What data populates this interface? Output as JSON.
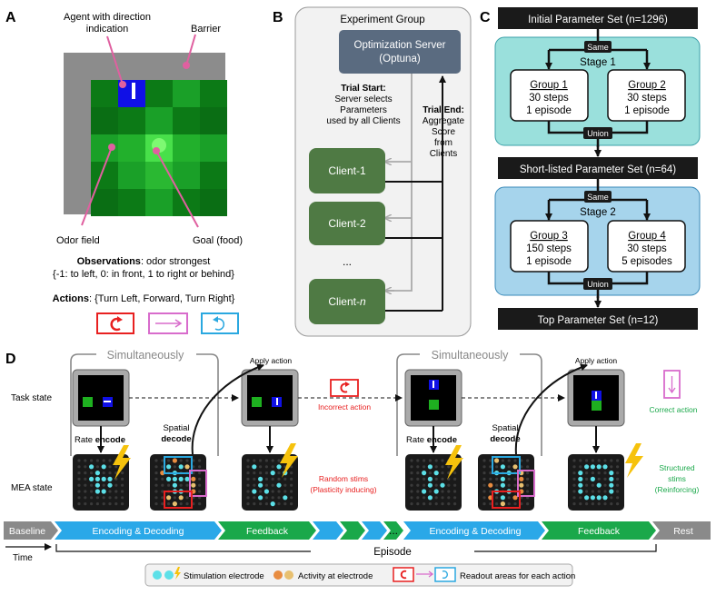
{
  "colors": {
    "barrier": "#8c8c8c",
    "odor_dark": "#0a6e14",
    "odor_mid": "#1aa028",
    "odor_bright": "#48e04a",
    "agent_blue": "#1010e6",
    "action_red": "#e82020",
    "action_pink": "#d86ccc",
    "action_cyan": "#2aa8e0",
    "server": "#5a6b80",
    "client": "#4f7a44",
    "stage1": "#9ae0dc",
    "stage2": "#a6d4ec",
    "dark_bar": "#1a1a1a",
    "timeline_blue": "#2aa8e8",
    "timeline_green": "#1aa84a",
    "timeline_gray": "#8a8a8a",
    "electrode_cyan": "#5ce0e8",
    "activity_orange": "#e88c40"
  },
  "panel_a": {
    "letter": "A",
    "agent_label_1": "Agent with direction",
    "agent_label_2": "indication",
    "barrier_label": "Barrier",
    "odor_label": "Odor field",
    "goal_label": "Goal (food)",
    "obs_title": "Observations",
    "obs_text": ": odor strongest",
    "obs_values": "{-1: to left,  0: in front, 1 to right or behind}",
    "actions_title": "Actions",
    "actions_text": ": {Turn Left, Forward, Turn Right}"
  },
  "panel_b": {
    "letter": "B",
    "group_title": "Experiment Group",
    "server_line1": "Optimization Server",
    "server_line2": "(Optuna)",
    "trial_start_title": "Trial Start:",
    "trial_start_lines": [
      "Server selects",
      "Parameters",
      "used by all Clients"
    ],
    "trial_end_title": "Trial End:",
    "trial_end_lines": [
      "Aggregate",
      "Score",
      "from",
      "Clients"
    ],
    "client_1": "Client-1",
    "client_2": "Client-2",
    "ellipsis": "...",
    "client_n_prefix": "Client-",
    "client_n_suffix": "n"
  },
  "panel_c": {
    "letter": "C",
    "initial": "Initial Parameter Set (n=1296)",
    "same_1": "Same",
    "stage_1": "Stage 1",
    "group1": {
      "title": "Group 1",
      "steps": "30 steps",
      "episodes": "1 episode"
    },
    "group2": {
      "title": "Group 2",
      "steps": "30 steps",
      "episodes": "1 episode"
    },
    "union_1": "Union",
    "shortlisted": "Short-listed Parameter Set (n=64)",
    "same_2": "Same",
    "stage_2": "Stage 2",
    "group3": {
      "title": "Group 3",
      "steps": "150 steps",
      "episodes": "1 episode"
    },
    "group4": {
      "title": "Group 4",
      "steps": "30 steps",
      "episodes": "5 episodes"
    },
    "union_2": "Union",
    "top": "Top Parameter Set (n=12)"
  },
  "panel_d": {
    "letter": "D",
    "simultaneously_1": "Simultaneously",
    "simultaneously_2": "Simultaneously",
    "apply_action_1": "Apply action",
    "apply_action_2": "Apply action",
    "task_state": "Task state",
    "mea_state": "MEA state",
    "rate": "Rate ",
    "encode": "encode",
    "spatial": "Spatial",
    "decode": "decode",
    "incorrect_action": "Incorrect action",
    "correct_action": "Correct action",
    "random_stims_1": "Random stims",
    "random_stims_2": "(Plasticity inducing)",
    "structured_1": "Structured",
    "structured_2": "stims",
    "structured_3": "(Reinforcing)",
    "timeline": {
      "baseline": "Baseline",
      "encdec_1": "Encoding & Decoding",
      "feedback_1": "Feedback",
      "ellipsis": "...",
      "encdec_2": "Encoding & Decoding",
      "feedback_2": "Feedback",
      "rest": "Rest"
    },
    "time": "Time",
    "episode": "Episode",
    "legend": {
      "stim": "Stimulation electrode",
      "activity": "Activity at electrode",
      "readout": "Readout areas for each action"
    }
  }
}
